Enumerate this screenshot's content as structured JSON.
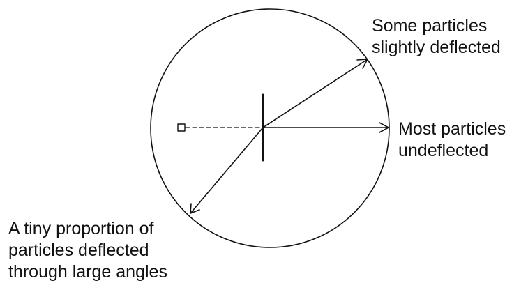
{
  "colors": {
    "stroke": "#111111",
    "background": "#ffffff"
  },
  "labels": {
    "slightly_deflected": [
      "Some particles",
      "slightly deflected"
    ],
    "undeflected": [
      "Most particles",
      "undeflected"
    ],
    "large_angles": [
      "A tiny proportion of",
      "particles deflected",
      "through large angles"
    ]
  }
}
